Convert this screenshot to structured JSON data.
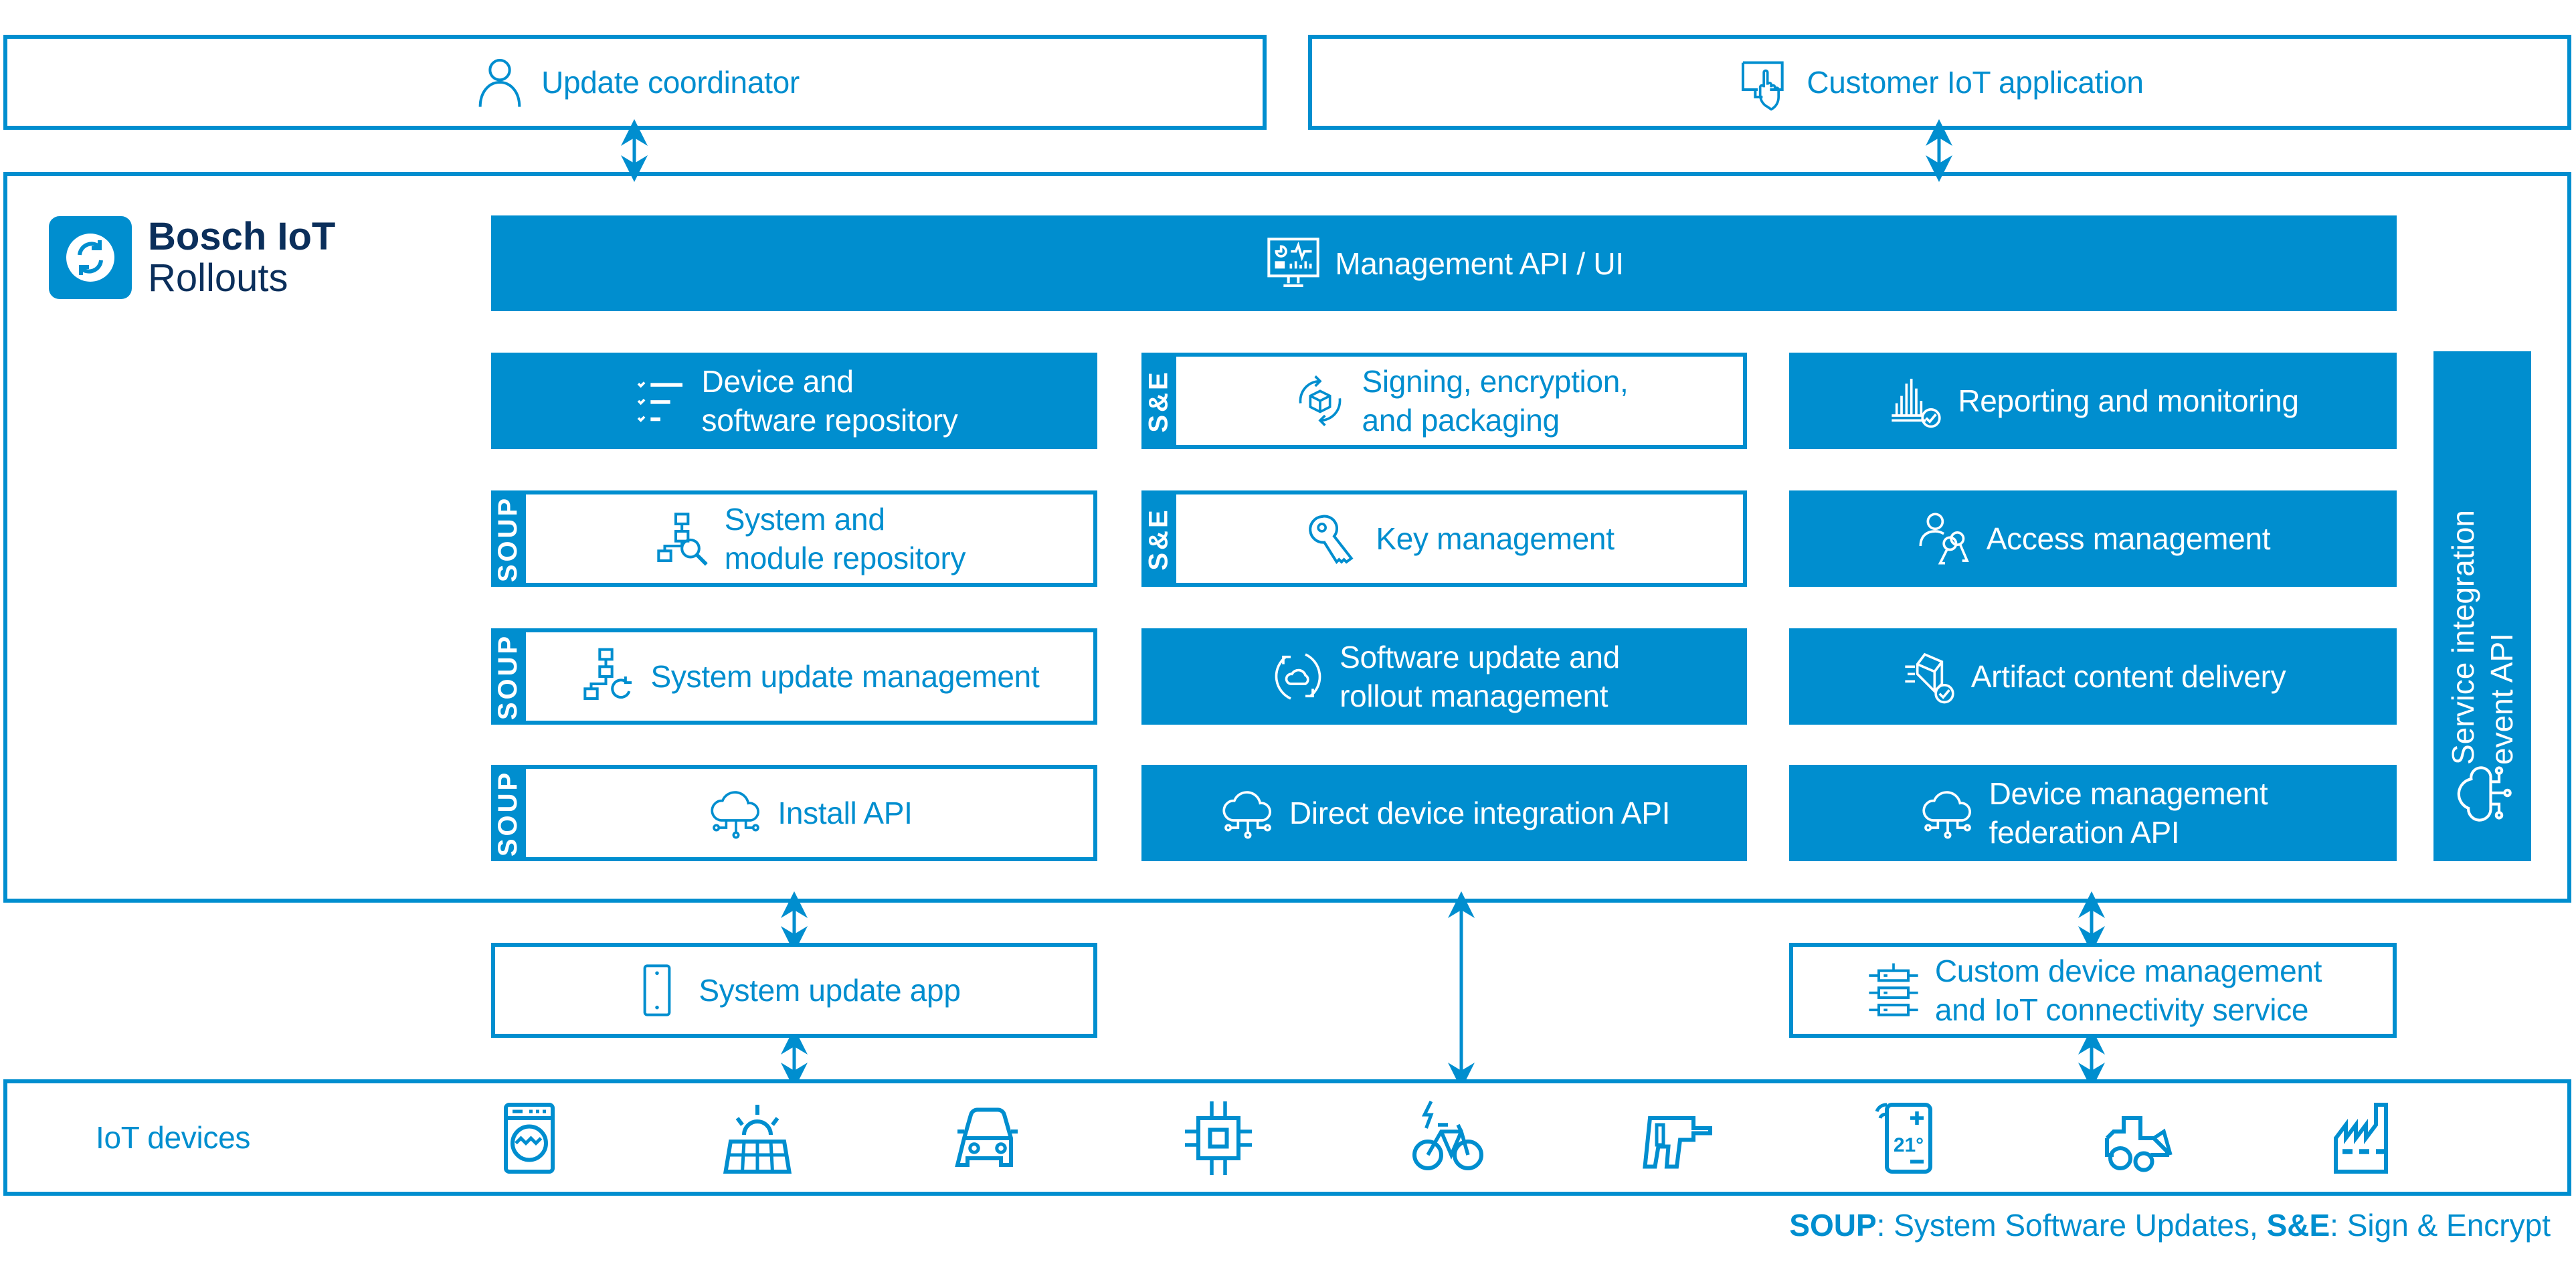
{
  "top": {
    "update_coordinator": {
      "label": "Update coordinator",
      "icon": "user-icon"
    },
    "customer_app": {
      "label": "Customer IoT application",
      "icon": "touch-screen-icon"
    }
  },
  "brand": {
    "title": "Bosch IoT",
    "subtitle": "Rollouts",
    "icon": "refresh-icon"
  },
  "management": {
    "label": "Management API / UI",
    "icon": "dashboard-monitor-icon"
  },
  "tags": {
    "soup": "SOUP",
    "se": "S&E"
  },
  "grid": {
    "col1": [
      {
        "line1": "Device and",
        "line2": "software repository",
        "style": "filled",
        "tag": "",
        "icon": "checklist-icon"
      },
      {
        "line1": "System and",
        "line2": "module repository",
        "style": "outline",
        "tag": "SOUP",
        "icon": "hierarchy-search-icon"
      },
      {
        "line1": "System update management",
        "line2": "",
        "style": "outline",
        "tag": "SOUP",
        "icon": "hierarchy-refresh-icon"
      },
      {
        "line1": "Install API",
        "line2": "",
        "style": "outline",
        "tag": "SOUP",
        "icon": "cloud-connector-icon"
      }
    ],
    "col2": [
      {
        "line1": "Signing, encryption,",
        "line2": "and packaging",
        "style": "outline",
        "tag": "S&E",
        "icon": "package-cycle-icon"
      },
      {
        "line1": "Key management",
        "line2": "",
        "style": "outline",
        "tag": "S&E",
        "icon": "key-icon"
      },
      {
        "line1": "Software update and",
        "line2": "rollout management",
        "style": "filled",
        "tag": "",
        "icon": "cloud-refresh-icon"
      },
      {
        "line1": "Direct device integration API",
        "line2": "",
        "style": "filled",
        "tag": "",
        "icon": "cloud-connector-icon"
      }
    ],
    "col3": [
      {
        "line1": "Reporting and monitoring",
        "line2": "",
        "style": "filled",
        "tag": "",
        "icon": "chart-check-icon"
      },
      {
        "line1": "Access management",
        "line2": "",
        "style": "filled",
        "tag": "",
        "icon": "user-keys-icon"
      },
      {
        "line1": "Artifact content delivery",
        "line2": "",
        "style": "filled",
        "tag": "",
        "icon": "box-delivery-check-icon"
      },
      {
        "line1": "Device management",
        "line2": "federation API",
        "style": "filled",
        "tag": "",
        "icon": "cloud-connector-icon"
      }
    ]
  },
  "service_api": {
    "line1": "Service integration",
    "line2": "event API",
    "icon": "cloud-connector-icon"
  },
  "lower": {
    "system_update_app": {
      "label": "System update app",
      "icon": "smartphone-icon"
    },
    "custom_dm": {
      "line1": "Custom device management",
      "line2": "and IoT connectivity service",
      "icon": "server-rack-icon"
    }
  },
  "iot": {
    "label": "IoT devices",
    "devices": [
      {
        "name": "washing-machine-icon"
      },
      {
        "name": "solar-panel-icon"
      },
      {
        "name": "car-icon"
      },
      {
        "name": "chip-icon"
      },
      {
        "name": "e-bike-icon"
      },
      {
        "name": "power-drill-icon"
      },
      {
        "name": "thermostat-icon",
        "text": "21°"
      },
      {
        "name": "tractor-icon"
      },
      {
        "name": "factory-icon"
      }
    ]
  },
  "footer": {
    "soup_abbr": "SOUP",
    "soup_text": ": System Software Updates, ",
    "se_abbr": "S&E",
    "se_text": ": Sign & Encrypt"
  }
}
